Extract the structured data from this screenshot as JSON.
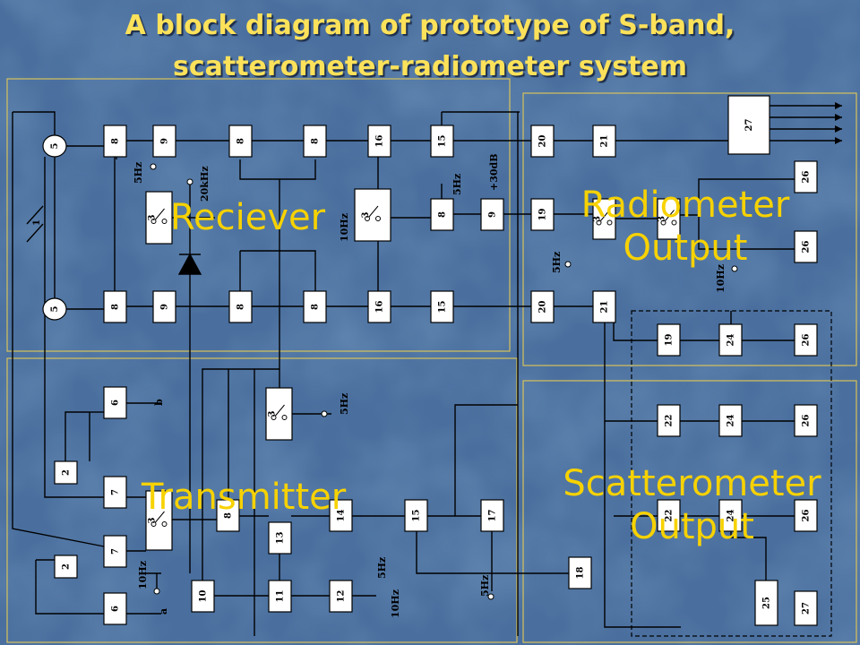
{
  "title": {
    "line1": "A block diagram of prototype of S-band,",
    "line2": "scatterometer-radiometer system"
  },
  "sections": {
    "receiver": "Reciever",
    "transmitter": "Transmitter",
    "radiometer": [
      "Radiometer",
      "Output"
    ],
    "scatterometer": [
      "Scatterometer",
      "Output"
    ]
  },
  "colors": {
    "background": "#4a6f9e",
    "title_text": "#fce15a",
    "overlay_text": "#f7d200",
    "section_frame": "#d8c25a",
    "block_fill": "#ffffff",
    "line": "#000000"
  },
  "diagram": {
    "blocks": [
      {
        "id": "b5-top",
        "label": "5",
        "shape": "circle"
      },
      {
        "id": "b8-top-1",
        "label": "8"
      },
      {
        "id": "b9-top",
        "label": "9"
      },
      {
        "id": "b8-top-2",
        "label": "8"
      },
      {
        "id": "b8-top-3",
        "label": "8"
      },
      {
        "id": "b16-top",
        "label": "16"
      },
      {
        "id": "b15-top",
        "label": "15"
      },
      {
        "id": "b20-top",
        "label": "20"
      },
      {
        "id": "b21-top",
        "label": "21"
      },
      {
        "id": "b27-top",
        "label": "27"
      },
      {
        "id": "b3-recv-switch",
        "label": "3",
        "shape": "switch"
      },
      {
        "id": "b3-mid-switch",
        "label": "3",
        "shape": "switch"
      },
      {
        "id": "b8-mid",
        "label": "8"
      },
      {
        "id": "b9-mid",
        "label": "9"
      },
      {
        "id": "b19-mid",
        "label": "19"
      },
      {
        "id": "b3-radio-1",
        "label": "3",
        "shape": "switch"
      },
      {
        "id": "b3-radio-2",
        "label": "3",
        "shape": "switch"
      },
      {
        "id": "b26-radio-1",
        "label": "26"
      },
      {
        "id": "b26-radio-2",
        "label": "26"
      },
      {
        "id": "b1-antenna-switch",
        "label": "1"
      },
      {
        "id": "b5-bottom",
        "label": "5",
        "shape": "circle"
      },
      {
        "id": "b8-bot-1",
        "label": "8"
      },
      {
        "id": "b9-bot",
        "label": "9"
      },
      {
        "id": "b8-bot-2",
        "label": "8"
      },
      {
        "id": "b8-bot-3",
        "label": "8"
      },
      {
        "id": "b16-bot",
        "label": "16"
      },
      {
        "id": "b15-bot",
        "label": "15"
      },
      {
        "id": "b20-bot",
        "label": "20"
      },
      {
        "id": "b21-bot",
        "label": "21"
      },
      {
        "id": "b19-scat",
        "label": "19"
      },
      {
        "id": "b24-scat-1",
        "label": "24"
      },
      {
        "id": "b26-scat-1",
        "label": "26"
      },
      {
        "id": "b6-b",
        "label": "6"
      },
      {
        "id": "b2-top",
        "label": "2"
      },
      {
        "id": "b7-top",
        "label": "7"
      },
      {
        "id": "b3-tx-switch",
        "label": "3",
        "shape": "switch"
      },
      {
        "id": "b7-bot",
        "label": "7"
      },
      {
        "id": "b2-bot",
        "label": "2"
      },
      {
        "id": "b6-a",
        "label": "6"
      },
      {
        "id": "b3-tx-switch-2",
        "label": "3",
        "shape": "switch"
      },
      {
        "id": "b8-tx",
        "label": "8"
      },
      {
        "id": "b13",
        "label": "13"
      },
      {
        "id": "b14",
        "label": "14"
      },
      {
        "id": "b15-tx",
        "label": "15"
      },
      {
        "id": "b17",
        "label": "17"
      },
      {
        "id": "b10",
        "label": "10"
      },
      {
        "id": "b11",
        "label": "11"
      },
      {
        "id": "b12",
        "label": "12"
      },
      {
        "id": "b18",
        "label": "18"
      },
      {
        "id": "b22-scat-1",
        "label": "22"
      },
      {
        "id": "b24-scat-2",
        "label": "24"
      },
      {
        "id": "b26-scat-2",
        "label": "26"
      },
      {
        "id": "b22-scat-2",
        "label": "22"
      },
      {
        "id": "b24-scat-3",
        "label": "24"
      },
      {
        "id": "b26-scat-3",
        "label": "26"
      },
      {
        "id": "b25",
        "label": "25"
      },
      {
        "id": "b27-bottom",
        "label": "27"
      }
    ],
    "signals": {
      "hz5": "5Hz",
      "khz20": "20kHz",
      "hz10": "10Hz",
      "db30": "+30dB",
      "out_a": "a",
      "out_b": "b"
    }
  }
}
